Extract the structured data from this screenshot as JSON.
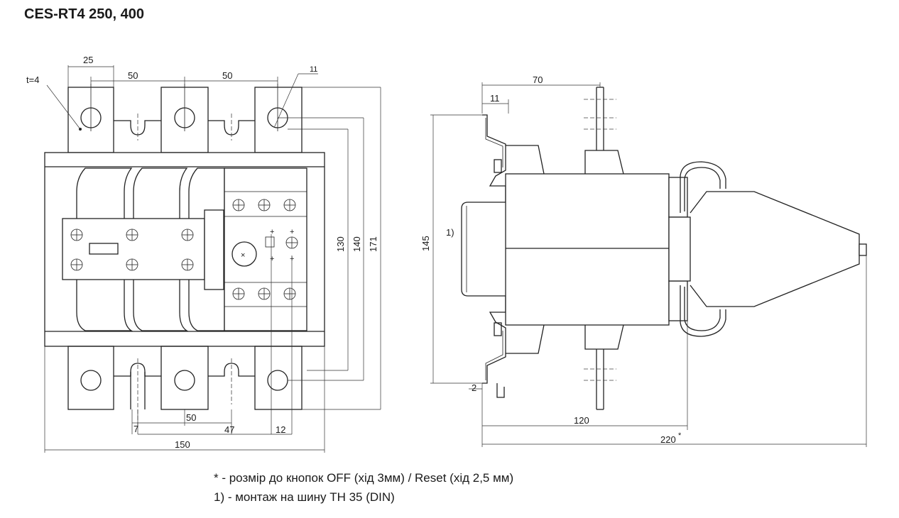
{
  "title": "CES-RT4 250, 400",
  "front_view": {
    "dims": {
      "d25": "25",
      "d50_top_left": "50",
      "d50_top_right": "50",
      "d11_top": "11",
      "thickness": "t=4",
      "d130": "130",
      "d140": "140",
      "d171": "171",
      "d7": "7",
      "d50_bottom": "50",
      "d47": "47",
      "d12": "12",
      "d150": "150"
    }
  },
  "side_view": {
    "dims": {
      "d70": "70",
      "d11": "11",
      "d145": "145",
      "note_ref": "1)",
      "d2": "2",
      "d120": "120",
      "d220": "220",
      "d220_mark": "*"
    }
  },
  "notes": {
    "star": "* - розмір до кнопок OFF (хід 3мм) / Reset (хід 2,5 мм)",
    "one": "1) - монтаж на шину TH 35 (DIN)"
  }
}
